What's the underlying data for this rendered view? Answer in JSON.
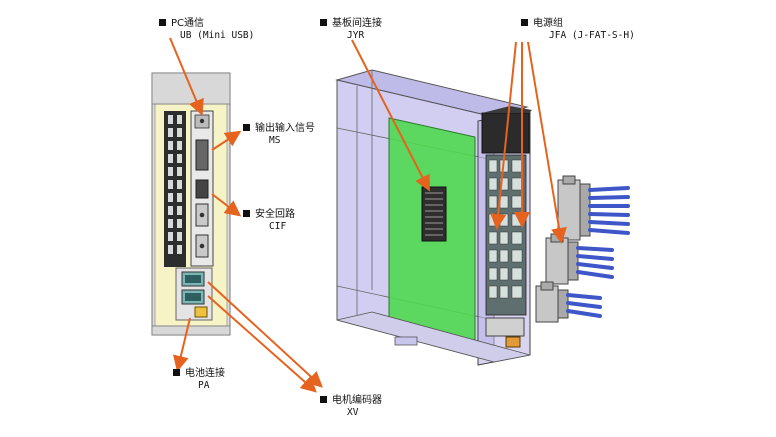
{
  "labels": {
    "pc": {
      "title": "PC通信",
      "sub": "UB (Mini USB)"
    },
    "jyr": {
      "title": "基板间连接",
      "sub": "JYR"
    },
    "power": {
      "title": "电源组",
      "sub": "JFA (J-FAT-S-H)"
    },
    "io": {
      "title": "输出输入信号",
      "sub": "MS"
    },
    "safety": {
      "title": "安全回路",
      "sub": "CIF"
    },
    "battery": {
      "title": "电池连接",
      "sub": "PA"
    },
    "encoder": {
      "title": "电机编码器",
      "sub": "XV"
    }
  },
  "colors": {
    "arrow": "#e5631e",
    "panel": "#f6f3c7",
    "board": "#4fd84f",
    "housing": "#b9b3e6",
    "connector_blue": "#3f56c9"
  }
}
